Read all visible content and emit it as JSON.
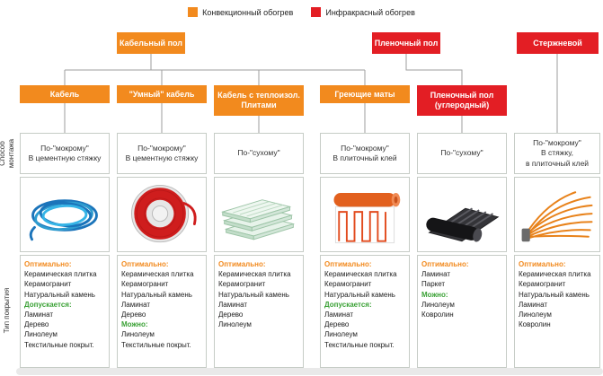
{
  "colors": {
    "convection_orange": "#F28A1E",
    "infrared_red": "#E31E24",
    "optimal_text": "#F28A1E",
    "allowed_text": "#3AA135"
  },
  "legend": {
    "convection": {
      "label": "Конвекционный обогрев",
      "color": "#F28A1E"
    },
    "infrared": {
      "label": "Инфракрасный обогрев",
      "color": "#E31E24"
    }
  },
  "parents": {
    "cable": {
      "label": "Кабельный пол"
    },
    "film": {
      "label": "Пленочный пол"
    },
    "rod": {
      "label": "Стержневой"
    }
  },
  "side_labels": {
    "montage": "Способ монтажа",
    "coating": "Тип покрытия"
  },
  "columns": [
    {
      "category": "Кабель",
      "type": "convection",
      "montage": [
        "По-\"мокрому\"",
        "В цементную стяжку"
      ],
      "image": "blue-cable-coil",
      "coverage": [
        {
          "text": "Оптимально:",
          "style": "optimal"
        },
        {
          "text": "Керамическая плитка"
        },
        {
          "text": "Керамогранит"
        },
        {
          "text": "Натуральный камень"
        },
        {
          "text": "Допускается:",
          "style": "allowed"
        },
        {
          "text": "Ламинат"
        },
        {
          "text": "Дерево"
        },
        {
          "text": "Линолеум"
        },
        {
          "text": "Текстильные покрыт."
        }
      ]
    },
    {
      "category": "\"Умный\" кабель",
      "type": "convection",
      "montage": [
        "По-\"мокрому\"",
        "В цементную стяжку"
      ],
      "image": "red-cable-spool",
      "coverage": [
        {
          "text": "Оптимально:",
          "style": "optimal"
        },
        {
          "text": "Керамическая плитка"
        },
        {
          "text": "Керамогранит"
        },
        {
          "text": "Натуральный камень"
        },
        {
          "text": "Ламинат"
        },
        {
          "text": "Дерево"
        },
        {
          "text": "Можно:",
          "style": "allowed"
        },
        {
          "text": "Линолеум"
        },
        {
          "text": "Текстильные покрыт."
        }
      ]
    },
    {
      "category": "Кабель с теплоизол. Плитами",
      "type": "convection",
      "montage": [
        "По-\"сухому\""
      ],
      "image": "insulation-plates",
      "coverage": [
        {
          "text": "Оптимально:",
          "style": "optimal"
        },
        {
          "text": "Керамическая плитка"
        },
        {
          "text": "Керамогранит"
        },
        {
          "text": "Натуральный камень"
        },
        {
          "text": "Ламинат"
        },
        {
          "text": "Дерево"
        },
        {
          "text": "Линолеум"
        }
      ]
    },
    {
      "category": "Греющие маты",
      "type": "convection",
      "montage": [
        "По-\"мокрому\"",
        "В плиточный клей"
      ],
      "image": "heating-mat-roll",
      "coverage": [
        {
          "text": "Оптимально:",
          "style": "optimal"
        },
        {
          "text": "Керамическая плитка"
        },
        {
          "text": "Керамогранит"
        },
        {
          "text": "Натуральный камень"
        },
        {
          "text": "Допускается:",
          "style": "allowed"
        },
        {
          "text": "Ламинат"
        },
        {
          "text": "Дерево"
        },
        {
          "text": "Линолеум"
        },
        {
          "text": "Текстильные покрыт."
        }
      ]
    },
    {
      "category": "Пленочный пол (углеродный)",
      "type": "infrared",
      "montage": [
        "По-\"сухому\""
      ],
      "image": "carbon-film-roll",
      "coverage": [
        {
          "text": "Оптимально:",
          "style": "optimal"
        },
        {
          "text": "Ламинат"
        },
        {
          "text": "Паркет"
        },
        {
          "text": "Можно:",
          "style": "allowed"
        },
        {
          "text": "Линолеум"
        },
        {
          "text": "Ковролин"
        }
      ]
    },
    {
      "category": null,
      "type": "infrared",
      "montage": [
        "По-\"мокрому\"",
        "В стяжку,",
        "в плиточный клей"
      ],
      "image": "rod-bundle",
      "coverage": [
        {
          "text": "Оптимально:",
          "style": "optimal"
        },
        {
          "text": "Керамическая плитка"
        },
        {
          "text": "Керамогранит"
        },
        {
          "text": "Натуральный камень"
        },
        {
          "text": "Ламинат"
        },
        {
          "text": "Линолеум"
        },
        {
          "text": "Ковролин"
        }
      ]
    }
  ]
}
